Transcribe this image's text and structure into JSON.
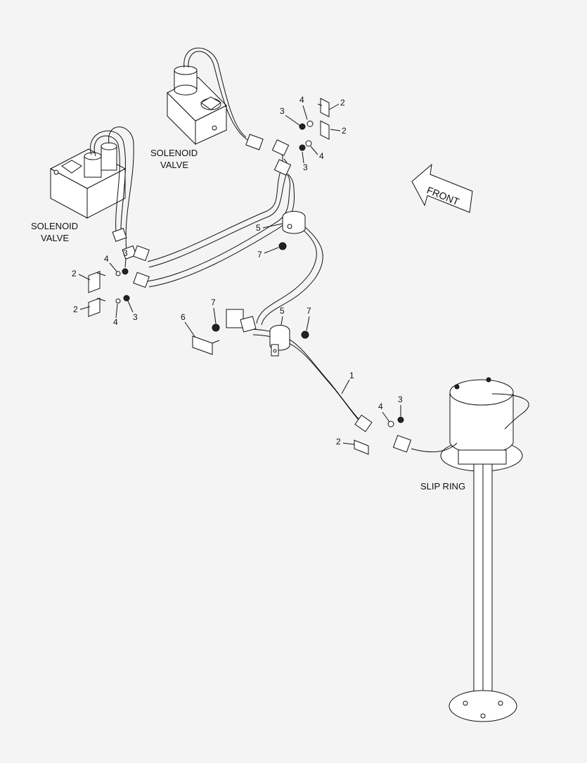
{
  "labels": {
    "solenoid_valve_upper_line1": "SOLENOID",
    "solenoid_valve_upper_line2": "VALVE",
    "solenoid_valve_left_line1": "SOLENOID",
    "solenoid_valve_left_line2": "VALVE",
    "front": "FRONT",
    "slip_ring": "SLIP RING"
  },
  "callouts": {
    "upper_right_4a": "4",
    "upper_right_2a": "2",
    "upper_right_3a": "3",
    "upper_right_2b": "2",
    "upper_right_4b": "4",
    "upper_right_3b": "3",
    "clamp_5a": "5",
    "bolt_7a": "7",
    "left_3a": "3",
    "left_4a": "4",
    "left_2a": "2",
    "left_2b": "2",
    "left_4b": "4",
    "left_3b": "3",
    "bracket_6": "6",
    "bolt_7b": "7",
    "clamp_5b": "5",
    "bolt_7c": "7",
    "harness_1": "1",
    "lower_4": "4",
    "lower_3": "3",
    "lower_2": "2"
  }
}
